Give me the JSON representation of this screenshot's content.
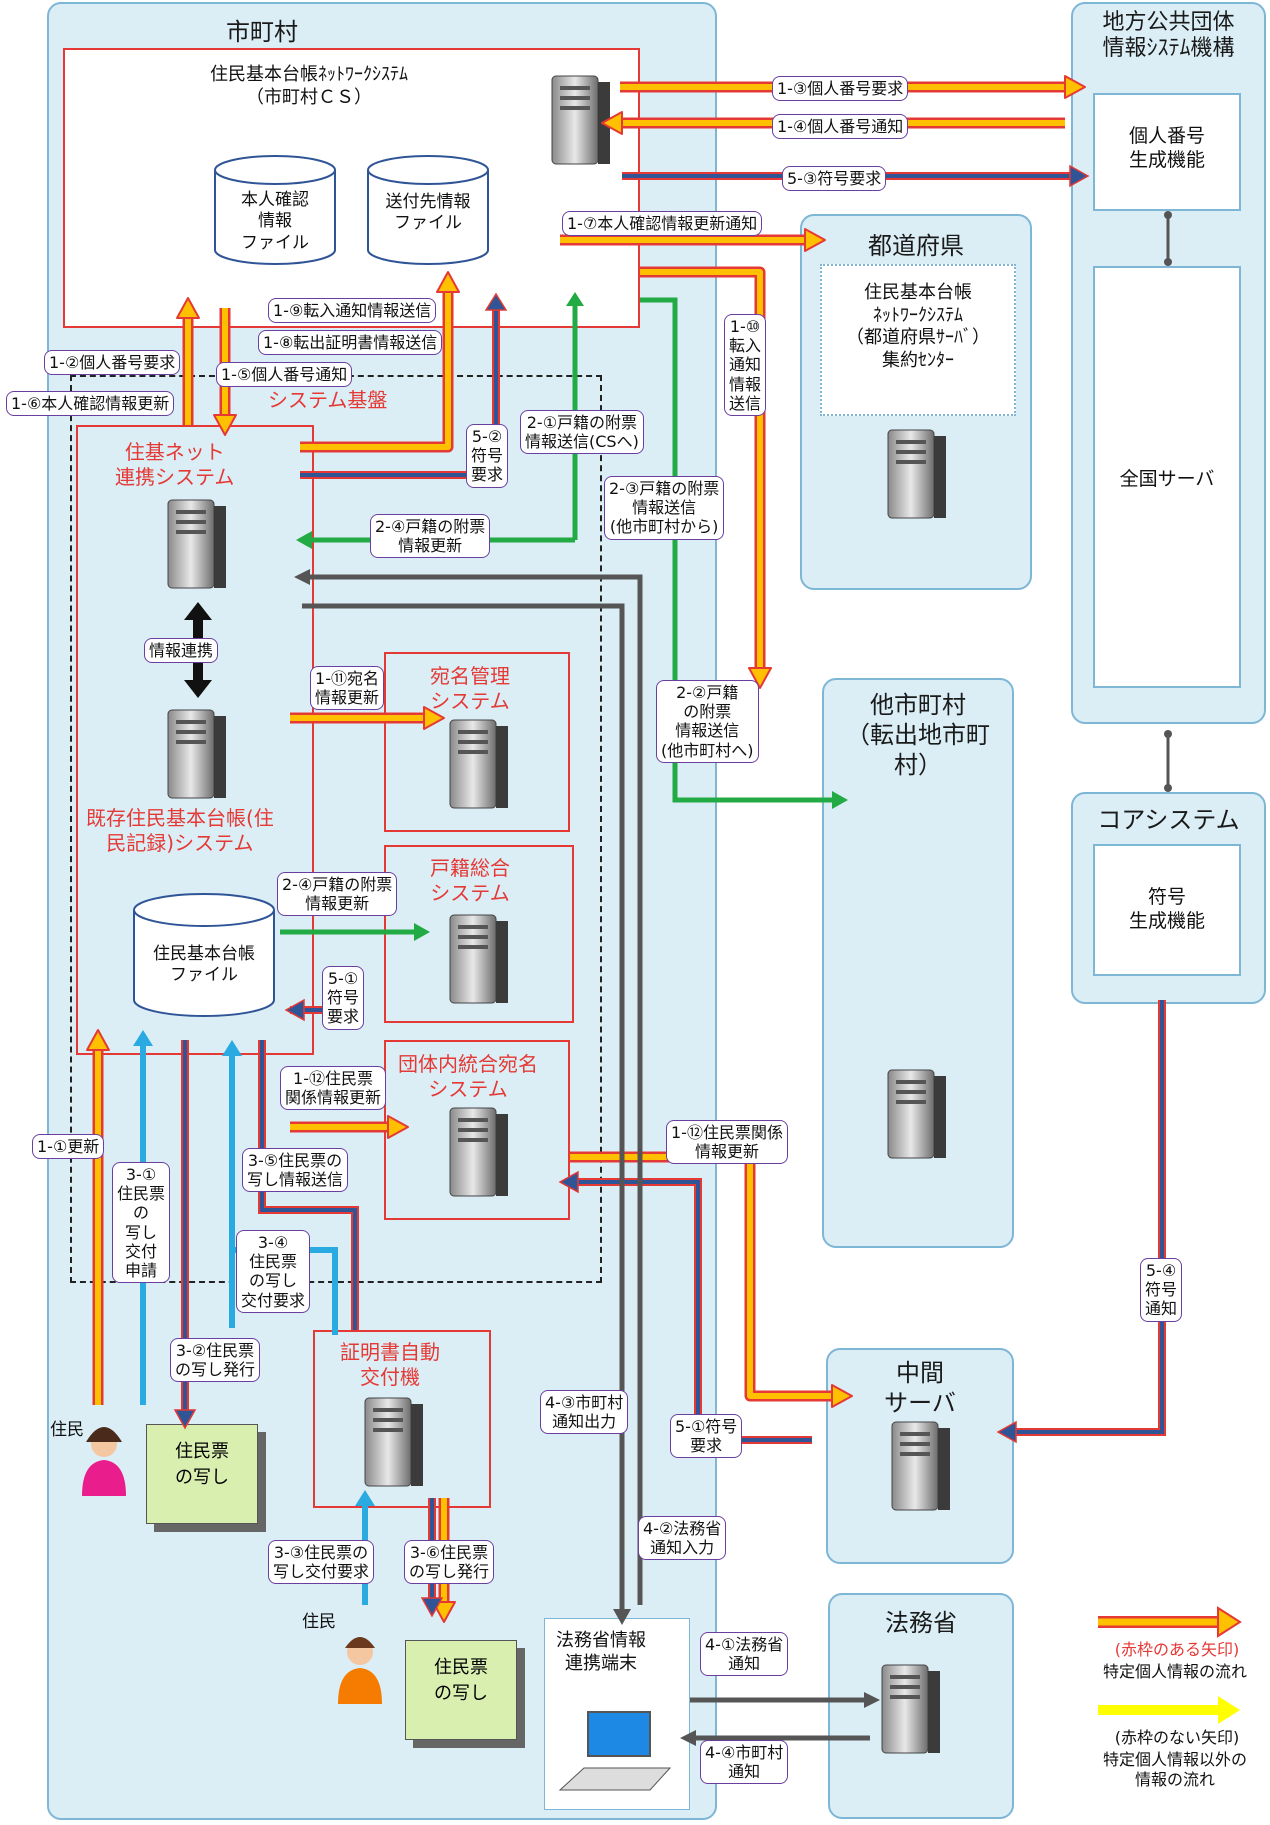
{
  "panels": {
    "municipality": "市町村",
    "jlis": "地方公共団体\n情報ｼｽﾃﾑ機構",
    "prefecture": "都道府県",
    "other_muni": "他市町村\n（転出地市町\n村）",
    "core_system": "コアシステム",
    "middle_server": "中間\nサーバ",
    "moj": "法務省"
  },
  "boxes": {
    "cs_title": "住民基本台帳ﾈｯﾄﾜｰｸｼｽﾃﾑ\n（市町村ＣＳ）",
    "db_identity": "本人確認\n情報\nファイル",
    "db_destination": "送付先情報\nファイル",
    "system_base": "システム基盤",
    "juki_link": "住基ネット\n連携システム",
    "info_link": "情報連携",
    "existing_juki": "既存住民基本台帳(住\n民記録)システム",
    "db_juki": "住民基本台帳\nファイル",
    "atena": "宛名管理\nシステム",
    "koseki": "戸籍総合\nシステム",
    "dantai_atena": "団体内統合宛名\nシステム",
    "kiosk": "証明書自動\n交付機",
    "moj_terminal": "法務省情報\n連携端末",
    "pref_center": "住民基本台帳\nﾈｯﾄﾜｰｸｼｽﾃﾑ\n（都道府県ｻｰﾊﾞ）\n集約ｾﾝﾀｰ",
    "kojin_gen": "個人番号\n生成機能",
    "national_server": "全国サーバ",
    "fugo_gen": "符号\n生成機能",
    "resident1": "住民",
    "resident2": "住民",
    "doc1": "住民票\nの写し",
    "doc2": "住民票\nの写し"
  },
  "labels": {
    "l13": "1-③個人番号要求",
    "l14": "1-④個人番号通知",
    "l53": "5-③符号要求",
    "l17": "1-⑦本人確認情報更新通知",
    "l19": "1-⑨転入通知情報送信",
    "l18": "1-⑧転出証明書情報送信",
    "l12": "1-②個人番号要求",
    "l15": "1-⑤個人番号通知",
    "l16": "1-⑥本人確認情報更新",
    "l52": "5-②\n符号\n要求",
    "l21": "2-①戸籍の附票\n情報送信(CSへ)",
    "l23": "2-③戸籍の附票\n情報送信\n(他市町村から)",
    "l24a": "2-④戸籍の附票\n情報更新",
    "l110": "1-⑩\n転入\n通知\n情報\n送信",
    "l111": "1-⑪宛名\n情報更新",
    "l22": "2-②戸籍\nの附票\n情報送信\n(他市町村へ)",
    "l24b": "2-④戸籍の附票\n情報更新",
    "l51": "5-①\n符号\n要求",
    "l112a": "1-⑫住民票\n関係情報更新",
    "l112b": "1-⑫住民票関係\n情報更新",
    "l11": "1-①更新",
    "l31": "3-①\n住民票\nの\n写し\n交付\n申請",
    "l35": "3-⑤住民票の\n写し情報送信",
    "l34": "3-④\n住民票\nの写し\n交付要求",
    "l32": "3-②住民票\nの写し発行",
    "l43": "4-③市町村\n通知出力",
    "l51b": "5-①符号\n要求",
    "l42": "4-②法務省\n通知入力",
    "l33": "3-③住民票の\n写し交付要求",
    "l36": "3-⑥住民票\nの写し発行",
    "l41": "4-①法務省\n通知",
    "l44": "4-④市町村\n通知",
    "l54": "5-④\n符号\n通知"
  },
  "legend": {
    "red_title": "(赤枠のある矢印)",
    "red_desc": "特定個人情報の流れ",
    "plain_title": "(赤枠のない矢印)",
    "plain_desc": "特定個人情報以外の\n情報の流れ"
  },
  "colors": {
    "panel_bg": "#dbeef6",
    "panel_border": "#7eb6d6",
    "red": "#e53935",
    "orange_fill": "#ffc000",
    "blue": "#2f5597",
    "green": "#22aa44",
    "cyan": "#29aae1",
    "gray": "#555555",
    "label_border": "#6a3fa0"
  }
}
